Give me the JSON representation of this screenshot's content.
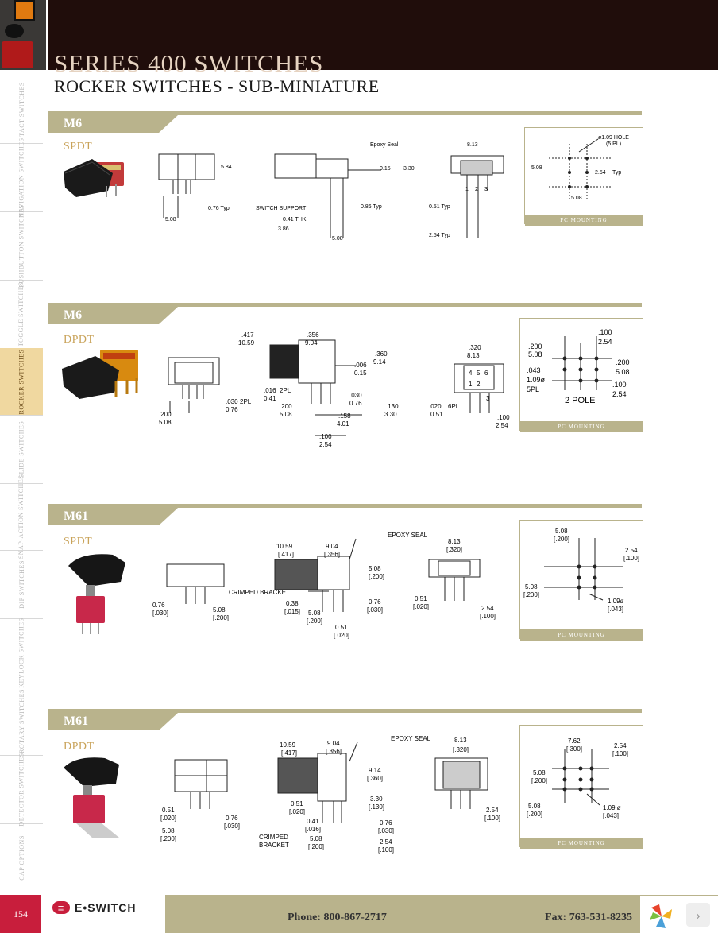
{
  "header": {
    "title": "SERIES 400 SWITCHES",
    "subtitle": "ROCKER SWITCHES - SUB-MINIATURE"
  },
  "sidebar": [
    {
      "label": "TACT SWITCHES",
      "active": false
    },
    {
      "label": "NAVIGATION SWITCHES",
      "active": false
    },
    {
      "label": "PUSHBUTTON SWITCHES",
      "active": false
    },
    {
      "label": "TOGGLE SWITCHES",
      "active": false
    },
    {
      "label": "ROCKER SWITCHES",
      "active": true
    },
    {
      "label": "SLIDE SWITCHES",
      "active": false
    },
    {
      "label": "SNAP-ACTION SWITCHES",
      "active": false
    },
    {
      "label": "DIP SWITCHES",
      "active": false
    },
    {
      "label": "KEYLOCK SWITCHES",
      "active": false
    },
    {
      "label": "ROTARY SWITCHES",
      "active": false
    },
    {
      "label": "DETECTOR SWITCHES",
      "active": false
    },
    {
      "label": "CAP OPTIONS",
      "active": false
    }
  ],
  "sections": [
    {
      "model": "M6",
      "type": "SPDT",
      "pc_label": "PC MOUNTING",
      "dims": {
        "front_width": "5.08",
        "front_pin": "0.76 Typ",
        "front_h": "5.84",
        "epoxy": "Epoxy Seal",
        "support": "SWITCH SUPPORT",
        "thk": "0.41 THK.",
        "side_a": "3.86",
        "side_b": "5.08",
        "side_c": "0.86 Typ",
        "side_d": "0.15",
        "side_e": "3.30",
        "end_w": "8.13",
        "end_a": "0.51 Typ",
        "end_b": "2.54 Typ",
        "pins": [
          "1",
          "2",
          "3"
        ],
        "pc_hole": "ø1.09 HOLE",
        "pc_pl": "(5 PL)",
        "pc_v": "5.08",
        "pc_h1": "2.54",
        "pc_typ": "Typ",
        "pc_h2": "5.08"
      }
    },
    {
      "model": "M6",
      "type": "DPDT",
      "pc_label": "PC MOUNTING",
      "dims": {
        "front_a": ".030",
        "front_a_mm": "0.76",
        "front_pl": "2PL",
        "front_b": ".200",
        "front_b_mm": "5.08",
        "side_top_in": ".417",
        "side_top_mm": "10.59",
        "side_w_in": ".356",
        "side_w_mm": "9.04",
        "side_h_in": ".360",
        "side_h_mm": "9.14",
        "side_s_in": ".006",
        "side_s_mm": "0.15",
        "side_p_in": ".016",
        "side_p_mm": "0.41",
        "side_pl": "2PL",
        "side_q_in": ".200",
        "side_q_mm": "5.08",
        "side_r_in": ".030",
        "side_r_mm": "0.76",
        "side_t_in": ".130",
        "side_t_mm": "3.30",
        "side_u_in": ".158",
        "side_u_mm": "4.01",
        "side_v_in": ".100",
        "side_v_mm": "2.54",
        "end_w_in": ".320",
        "end_w_mm": "8.13",
        "end_a_in": ".020",
        "end_a_mm": "0.51",
        "end_pl": "6PL",
        "end_b_in": ".100",
        "end_b_mm": "2.54",
        "pins": [
          "4",
          "5",
          "6",
          "1",
          "2",
          "3"
        ],
        "pc_a_in": ".200",
        "pc_a_mm": "5.08",
        "pc_b_in": ".100",
        "pc_b_mm": "2.54",
        "pc_c_in": ".200",
        "pc_c_mm": "5.08",
        "pc_d_in": ".043",
        "pc_d_mm": "1.09ø",
        "pc_pl": "5PL",
        "pc_e_in": ".100",
        "pc_e_mm": "2.54",
        "pc_pole": "2 POLE"
      }
    },
    {
      "model": "M61",
      "type": "SPDT",
      "pc_label": "PC MOUNTING",
      "dims": {
        "front_a": "0.76",
        "front_a_in": "[.030]",
        "front_b": "5.08",
        "front_b_in": "[.200]",
        "side_top": "10.59",
        "side_top_in": "[.417]",
        "side_w": "9.04",
        "side_w_in": "[.356]",
        "epoxy": "EPOXY SEAL",
        "bracket": "CRIMPED BRACKET",
        "side_r": "5.08",
        "side_r_in": "[.200]",
        "side_s": "0.76",
        "side_s_in": "[.030]",
        "side_p": "0.38",
        "side_p_in": "[.015]",
        "side_q": "5.08",
        "side_q_in": "[.200]",
        "side_t": "0.51",
        "side_t_in": "[.020]",
        "end_w": "8.13",
        "end_w_in": "[.320]",
        "end_a": "0.51",
        "end_a_in": "[.020]",
        "end_b": "2.54",
        "end_b_in": "[.100]",
        "pc_a": "5.08",
        "pc_a_in": "[.200]",
        "pc_b": "2.54",
        "pc_b_in": "[.100]",
        "pc_c": "5.08",
        "pc_c_in": "[.200]",
        "pc_d": "1.09ø",
        "pc_d_in": "[.043]"
      }
    },
    {
      "model": "M61",
      "type": "DPDT",
      "pc_label": "PC MOUNTING",
      "dims": {
        "front_a": "0.51",
        "front_a_in": "[.020]",
        "front_b": "0.76",
        "front_b_in": "[.030]",
        "front_c": "5.08",
        "front_c_in": "[.200]",
        "side_top": "10.59",
        "side_top_in": "[.417]",
        "side_w": "9.04",
        "side_w_in": "[.356]",
        "epoxy": "EPOXY SEAL",
        "side_h": "9.14",
        "side_h_in": "[.360]",
        "side_s": "3.30",
        "side_s_in": "[.130]",
        "side_p": "0.51",
        "side_p_in": "[.020]",
        "side_q": "0.41",
        "side_q_in": "[.016]",
        "bracket1": "CRIMPED",
        "bracket2": "BRACKET",
        "side_r": "5.08",
        "side_r_in": "[.200]",
        "side_t": "0.76",
        "side_t_in": "[.030]",
        "side_u": "2.54",
        "side_u_in": "[.100]",
        "end_w": "8.13",
        "end_w_in": "[.320]",
        "end_b": "2.54",
        "end_b_in": "[.100]",
        "pc_a": "7.62",
        "pc_a_in": "[.300]",
        "pc_b": "2.54",
        "pc_b_in": "[.100]",
        "pc_c": "5.08",
        "pc_c_in": "[.200]",
        "pc_e": "5.08",
        "pc_e_in": "[.200]",
        "pc_d": "1.09 ø",
        "pc_d_in": "[.043]"
      }
    }
  ],
  "footer": {
    "page": "154",
    "brand": "E•SWITCH",
    "phone": "Phone: 800-867-2717",
    "fax": "Fax: 763-531-8235"
  },
  "colors": {
    "band": "#b9b38c",
    "header": "#200d0b",
    "accent": "#c81e3c",
    "type_text": "#c9a35a",
    "active_tab": "#f0d8a0"
  }
}
